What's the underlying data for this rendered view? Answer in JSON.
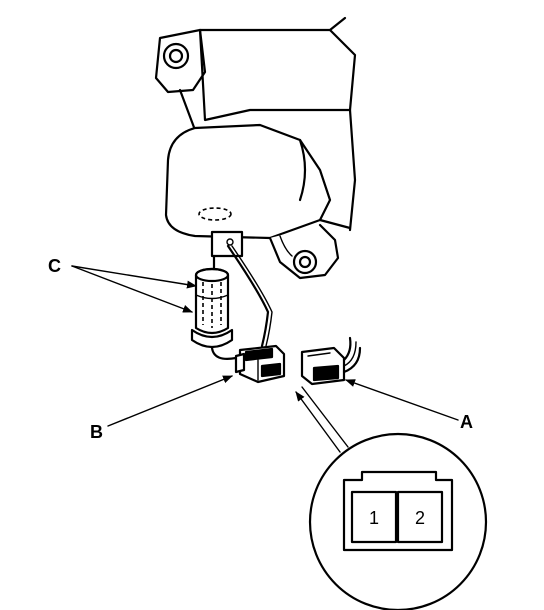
{
  "labels": {
    "a": "A",
    "b": "B",
    "c": "C"
  },
  "connector_detail": {
    "pins": [
      "1",
      "2"
    ]
  }
}
